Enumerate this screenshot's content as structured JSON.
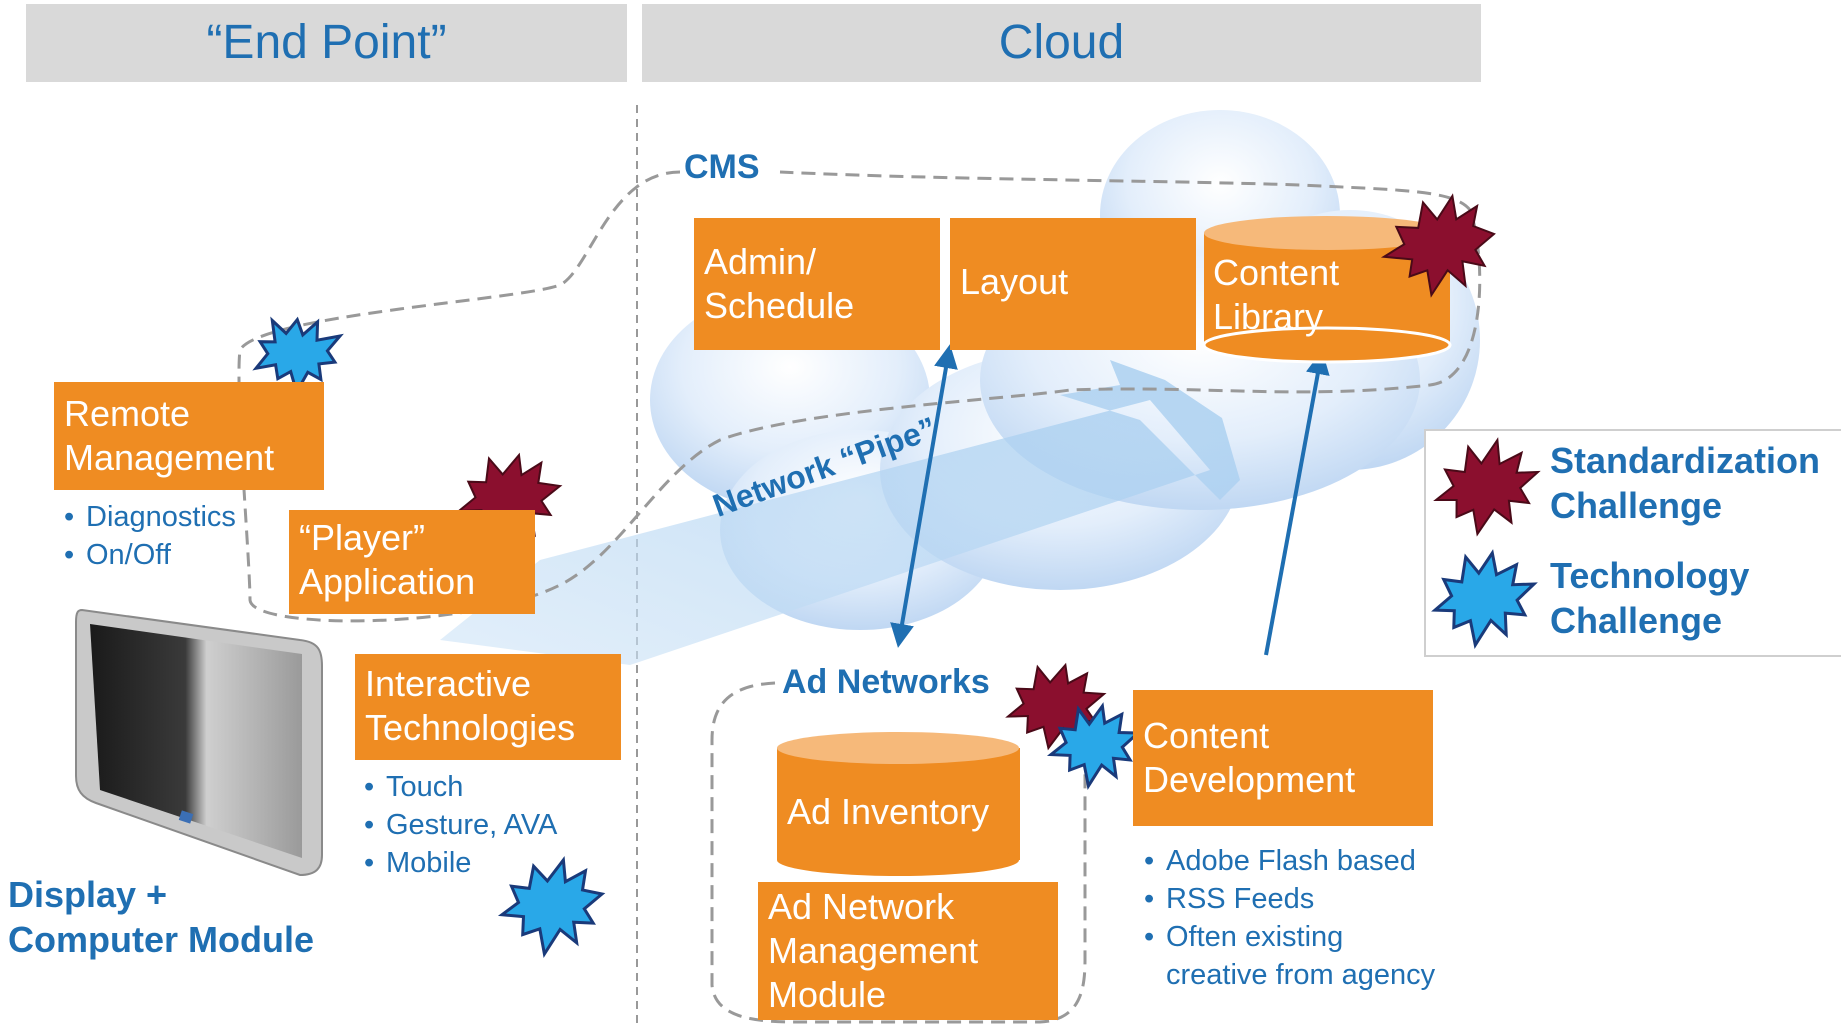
{
  "headers": {
    "endpoint": "“End Point”",
    "cloud": "Cloud"
  },
  "cms": {
    "label": "CMS",
    "admin_line1": "Admin/",
    "admin_line2": "Schedule",
    "layout": "Layout",
    "library_line1": "Content",
    "library_line2": "Library"
  },
  "endpoint": {
    "remote_line1": "Remote",
    "remote_line2": "Management",
    "remote_bullets": [
      "Diagnostics",
      "On/Off"
    ],
    "player_line1": "“Player”",
    "player_line2": "Application",
    "interactive_line1": "Interactive",
    "interactive_line2": "Technologies",
    "interactive_bullets": [
      "Touch",
      "Gesture, AVA",
      "Mobile"
    ],
    "display_line1": "Display +",
    "display_line2": "Computer Module"
  },
  "network_pipe": "Network “Pipe”",
  "ad_networks": {
    "label": "Ad Networks",
    "inventory": "Ad Inventory",
    "mgmt_line1": "Ad Network",
    "mgmt_line2": "Management",
    "mgmt_line3": "Module"
  },
  "content_dev": {
    "line1": "Content",
    "line2": "Development",
    "bullets": [
      "Adobe Flash based",
      "RSS Feeds",
      "Often existing",
      "creative from agency"
    ]
  },
  "legend": {
    "standardization_line1": "Standardization",
    "standardization_line2": "Challenge",
    "technology_line1": "Technology",
    "technology_line2": "Challenge"
  },
  "colors": {
    "orange": "#ef8c22",
    "blue_text": "#1f6fb2",
    "standardization": "#8b0f2e",
    "technology": "#29a8e8"
  }
}
